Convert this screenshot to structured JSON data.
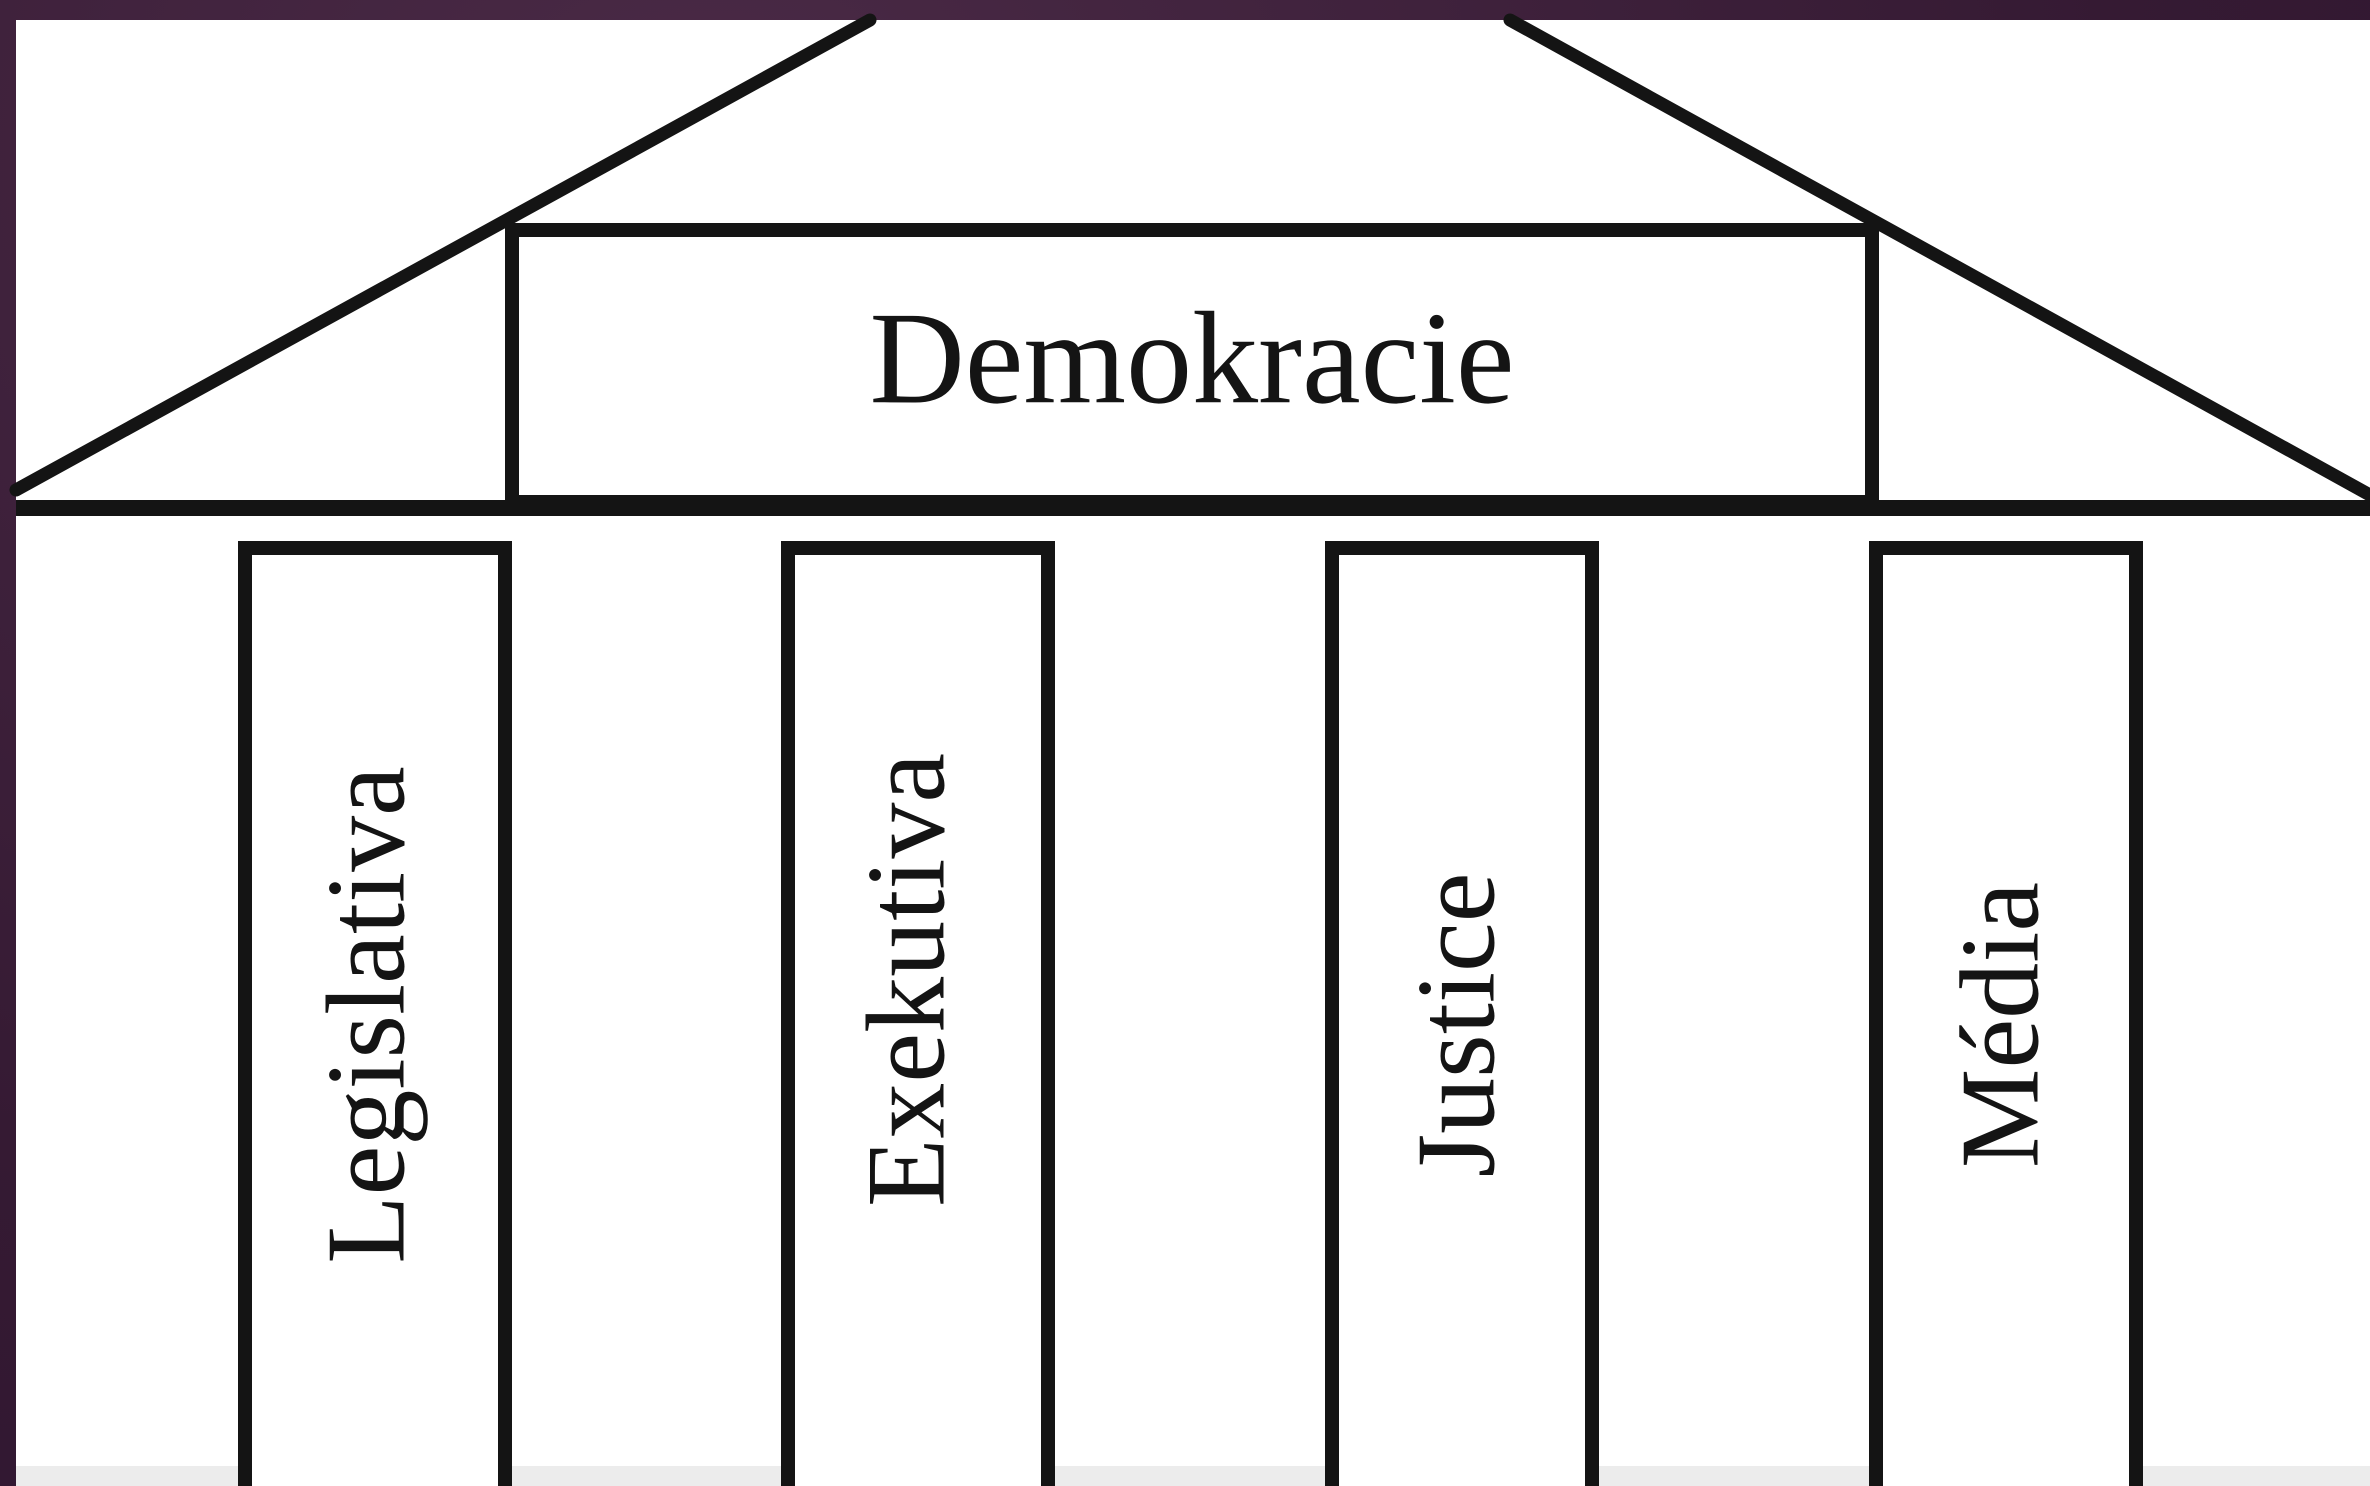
{
  "diagram": {
    "title": "Demokracie",
    "pillars": [
      {
        "label": "Legislativa"
      },
      {
        "label": "Exekutiva"
      },
      {
        "label": "Justice"
      },
      {
        "label": "Média"
      }
    ],
    "colors": {
      "frame": "#3b1f38",
      "paper": "#ffffff",
      "stroke": "#141414"
    }
  }
}
